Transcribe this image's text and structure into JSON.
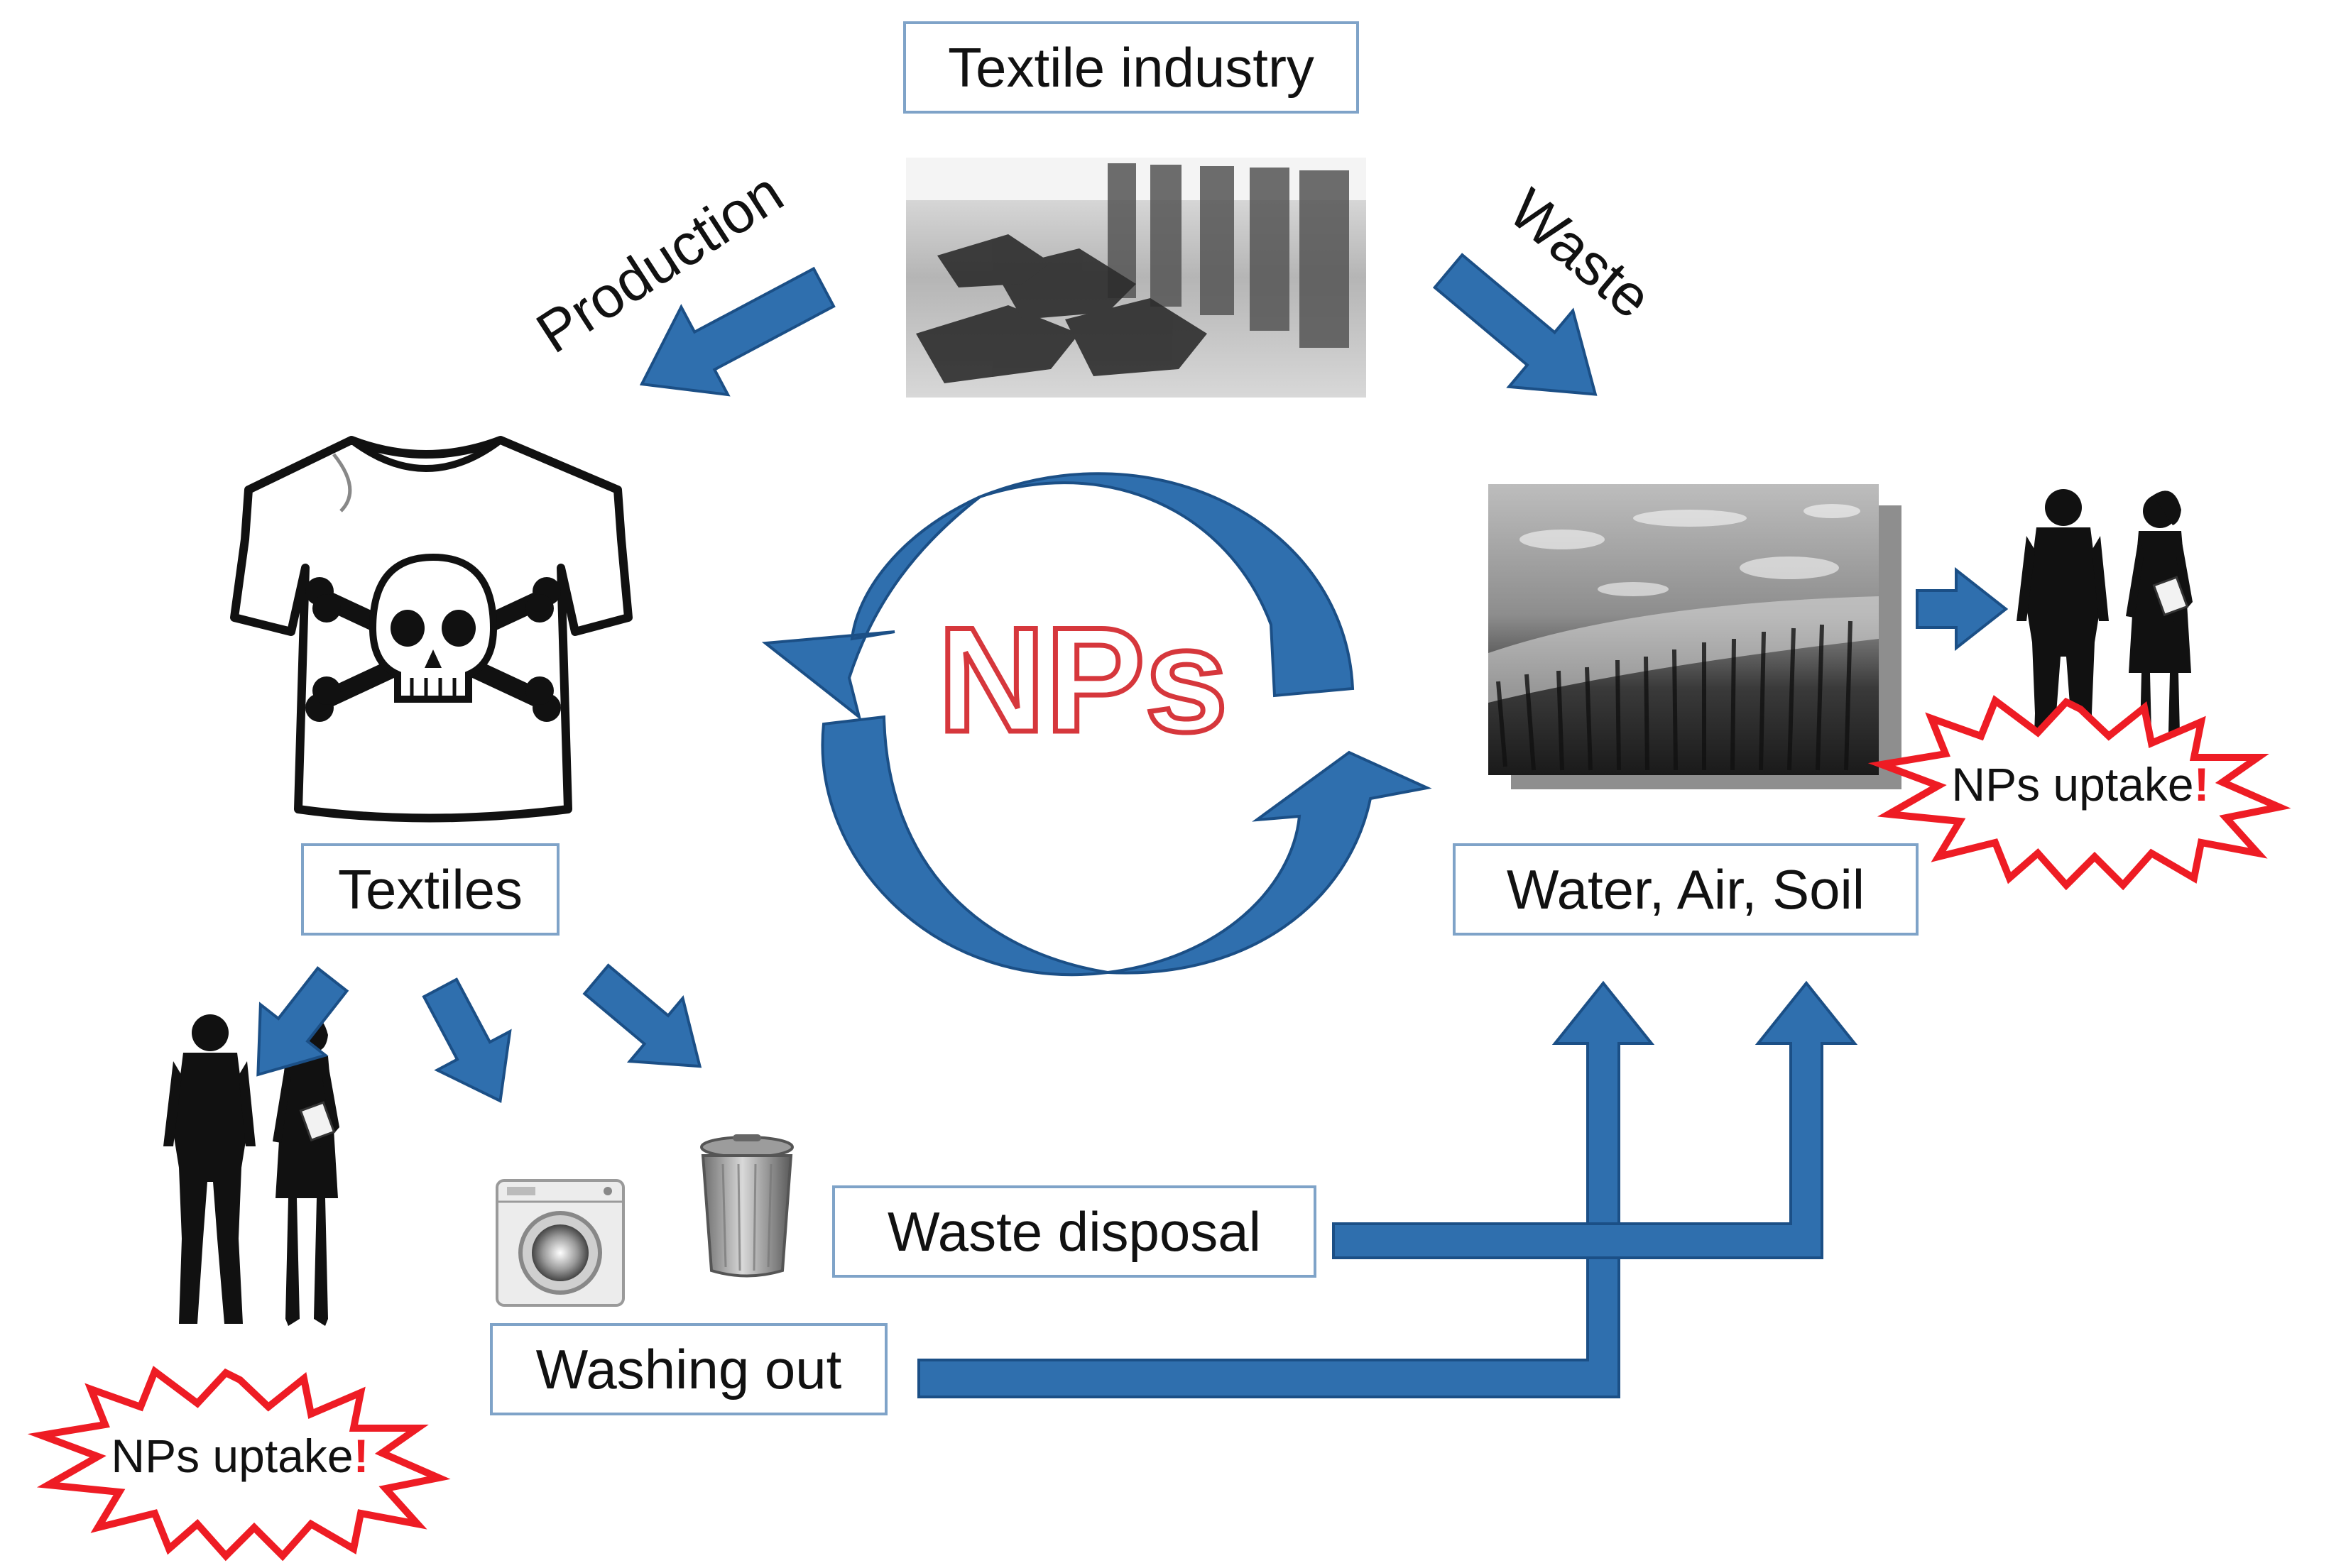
{
  "labels": {
    "textile_industry": "Textile industry",
    "textiles": "Textiles",
    "water_air_soil": "Water, Air, Soil",
    "waste_disposal": "Waste disposal",
    "washing_out": "Washing out"
  },
  "arrows": {
    "production": "Production",
    "waste": "Waste"
  },
  "center": {
    "text": "NPs"
  },
  "burst": {
    "text": "NPs uptake",
    "mark": "!"
  },
  "colors": {
    "arrow_blue": "#2f6fae",
    "arrow_blue_dark": "#1e568f",
    "np_red": "#d6373c",
    "burst_red": "#ee1c24",
    "box_border": "#7fa3c8"
  },
  "icons": [
    "factory-photo",
    "tshirt-icon",
    "skull-crossbones-icon",
    "water-air-soil-photo",
    "people-silhouette-icon",
    "washing-machine-icon",
    "trash-can-icon"
  ]
}
